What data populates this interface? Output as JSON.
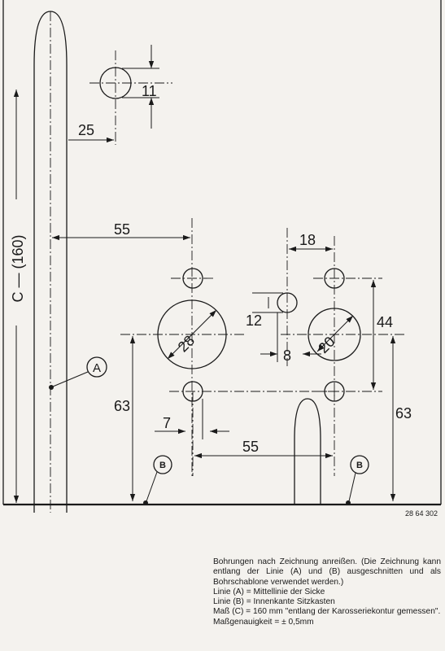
{
  "labels": {
    "line_a": "A",
    "line_b": "B",
    "measure_c": "C — (160)",
    "drawing_number": "28 64 302"
  },
  "dimensions": {
    "d11": "11",
    "d25": "25",
    "d55_top": "55",
    "d18": "18",
    "d12": "12",
    "d44": "44",
    "d28": "28",
    "d20": "20",
    "d8": "8",
    "d63_left": "63",
    "d63_right": "63",
    "d7": "7",
    "d55_bottom": "55"
  },
  "notes": {
    "intro": "Bohrungen nach Zeichnung anreißen. (Die Zeichnung kann entlang der Linie (A) und (B) ausgeschnitten und als Bohrschablone verwendet werden.)",
    "line_a": "Linie (A) = Mittellinie der Sicke",
    "line_b": "Linie (B) = Innenkante Sitzkasten",
    "measure_c": "Maß (C) = 160 mm \"entlang der Karosseriekontur gemessen\".",
    "accuracy": "Maßgenauigkeit = ± 0,5mm"
  }
}
